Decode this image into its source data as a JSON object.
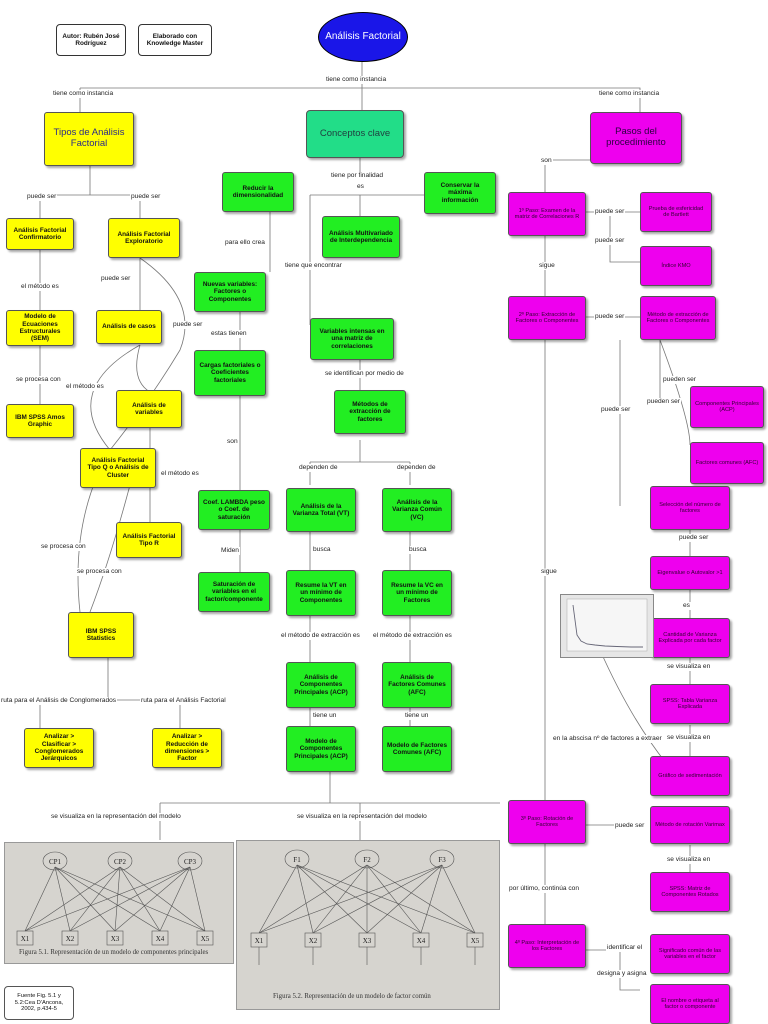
{
  "header": {
    "author": "Autor: Rubén José Rodríguez",
    "tool": "Elaborado con Knowledge Master",
    "title": "Análisis Factorial"
  },
  "links": {
    "main": "tiene como instancia",
    "left": "tiene como instancia",
    "right": "tiene como instancia",
    "finalidad": "tiene por finalidad",
    "es": "es",
    "para_ello": "para ello crea",
    "estas_tienen": "estas tienen",
    "son": "son",
    "miden": "Miden",
    "tiene_que": "tiene que encontrar",
    "se_identifican": "se identifican por medio de",
    "dep1": "dependen de",
    "dep2": "dependen de",
    "busca1": "busca",
    "busca2": "busca",
    "metodo_es1": "el método de extracción es",
    "metodo_es2": "el método de extracción es",
    "tiene_un1": "tiene un",
    "tiene_un2": "tiene un",
    "visualiza1": "se visualiza en la representación del modelo",
    "visualiza2": "se visualiza en la representación del modelo",
    "puede_ser1": "puede ser",
    "puede_ser2": "puede ser",
    "el_metodo1": "el método es",
    "se_procesa1": "se procesa con",
    "puede_ser3": "puede ser",
    "puede_ser4": "puede ser",
    "el_metodo2": "el método es",
    "el_metodo3": "el método es",
    "se_procesa2": "se procesa con",
    "se_procesa3": "se procesa con",
    "ruta1": "ruta para el Análisis de Conglomerados",
    "ruta2": "ruta para el Análisis Factorial",
    "son2": "son",
    "puede_ser_r1": "puede ser",
    "puede_ser_r2": "puede ser",
    "sigue1": "sigue",
    "puede_ser_r3": "puede ser",
    "pueden_ser1": "pueden ser",
    "pueden_ser2": "pueden ser",
    "puede_ser_r4": "puede ser",
    "puede_ser_r5": "puede ser",
    "es_r": "es",
    "se_visualiza_r1": "se visualiza en",
    "se_visualiza_r2": "se visualiza en",
    "abscisa": "en la abscisa nº de factores a extraer",
    "sigue2": "sigue",
    "puede_ser_r6": "puede ser",
    "se_visualiza_r3": "se visualiza en",
    "por_ultimo": "por último, continúa con",
    "identificar": "identificar el",
    "designa": "designa y asigna"
  },
  "yellow": {
    "tipos": "Tipos de Análisis Factorial",
    "confirmatorio": "Análisis Factorial Confirmatorio",
    "exploratorio": "Análisis Factorial Exploratorio",
    "sem": "Modelo de Ecuaciones Estructurales (SEM)",
    "casos": "Análisis de casos",
    "amos": "IBM SPSS Amos Graphic",
    "variables": "Análisis de variables",
    "tipo_q": "Análisis Factorial Tipo Q o Análisis de Cluster",
    "tipo_r": "Análisis Factorial Tipo R",
    "spss": "IBM SPSS Statistics",
    "ruta_cluster": "Analizar > Clasificar > Conglomerados Jerárquicos",
    "ruta_factor": "Analizar > Reducción de dimensiones > Factor"
  },
  "green": {
    "conceptos": "Conceptos clave",
    "reducir": "Reducir la dimensionalidad",
    "conservar": "Conservar la máxima información",
    "multivariado": "Análisis Multivariado de Interdependencia",
    "nuevas": "Nuevas variables: Factores o Componentes",
    "cargas": "Cargas factoriales o Coeficientes factoriales",
    "lambda": "Coef. LAMBDA peso o Coef. de saturación",
    "saturacion": "Saturación de variables en el factor/componente",
    "varintensas": "Variables intensas en una matriz de correlaciones",
    "metodos": "Métodos de extracción de factores",
    "vt": "Análisis de la Varianza Total (VT)",
    "vc": "Análisis de la Varianza Común (VC)",
    "resume_vt": "Resume la VT en un mínimo de Componentes",
    "resume_vc": "Resume la VC en un mínimo de Factores",
    "acp": "Análisis de Componentes Principales (ACP)",
    "afc": "Análisis de Factores Comunes (AFC)",
    "modelo_acp": "Modelo de Componentes Principales (ACP)",
    "modelo_afc": "Modelo de Factores Comunes (AFC)"
  },
  "magenta": {
    "pasos": "Pasos del procedimiento",
    "paso1": "1º Paso: Examen de la matriz de Correlaciones R",
    "bartlett": "Prueba de esfericidad de Bartlett",
    "kmo": "Índice KMO",
    "paso2": "2º Paso: Extracción de Factores o Componentes",
    "metodo_ext": "Método de extracción de Factores o Componentes",
    "acp_m": "Componentes Principales (ACP)",
    "ejes": "Factores comunes (AFC)",
    "seleccion": "Selección del número de factores",
    "eigen": "Eigenvalue o Autovalor >1",
    "cantidad": "Cantidad de Varianza Explicada por cada factor",
    "tabla_var": "SPSS: Tabla Varianza Explicada",
    "grafico": "Gráfico de sedimentación",
    "paso3": "3º Paso: Rotación de Factores",
    "varimax": "Método de rotación Varimax",
    "matriz_rot": "SPSS: Matriz de Componentes Rotados",
    "paso4": "4º Paso: Interpretación de los Factores",
    "significado": "Significado común de las variables en el factor",
    "nombre": "El nombre o etiqueta al factor o componente"
  },
  "figures": {
    "caption1": "Figura 5.1. Representación de un modelo de componentes principales",
    "caption2": "Figura 5.2. Representación de un modelo de factor común",
    "left_nodes": [
      "CP1",
      "CP2",
      "CP3"
    ],
    "right_nodes": [
      "F1",
      "F2",
      "F3"
    ],
    "vars": [
      "X1",
      "X2",
      "X3",
      "X4",
      "X5"
    ],
    "source": "Fuente Fig. 5.1 y 5.2:Cea D'Ancona, 2002, p.434-5"
  },
  "colors": {
    "yellow": "#ffff00",
    "green": "#22ee22",
    "magenta": "#ee00ee",
    "title_blue": "#1a16e8",
    "concept_teal": "#22dd88"
  }
}
